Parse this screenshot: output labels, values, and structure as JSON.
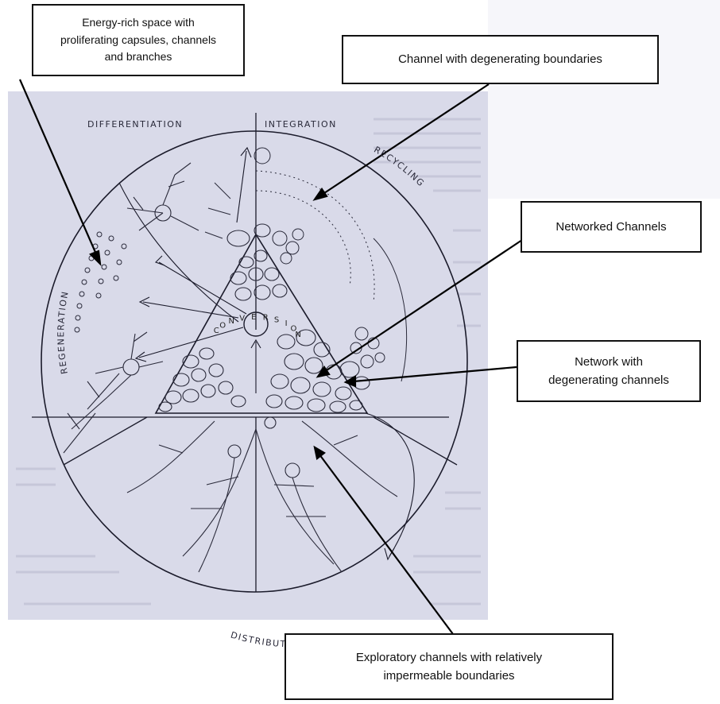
{
  "callouts": {
    "energy_rich": [
      "Energy-rich space with",
      "proliferating capsules, channels",
      "and branches"
    ],
    "degenerating_boundaries": "Channel with degenerating boundaries",
    "networked": "Networked Channels",
    "network_degenerating": [
      "Network with",
      "degenerating channels"
    ],
    "exploratory": [
      "Exploratory channels with relatively",
      "impermeable boundaries"
    ]
  },
  "diagram_labels": {
    "differentiation": "DIFFERENTIATION",
    "integration": "INTEGRATION",
    "recycling": "RECYCLING",
    "regeneration": "REGENERATION",
    "distribution": "DISTRIBUTION",
    "conversion": [
      "C",
      "O",
      "N",
      "V",
      "E",
      "R",
      "S",
      "I",
      "O",
      "N"
    ]
  },
  "colors": {
    "scan_background": "#d9dae9",
    "ink": "#1b1b2b",
    "callout_border": "#111111"
  }
}
